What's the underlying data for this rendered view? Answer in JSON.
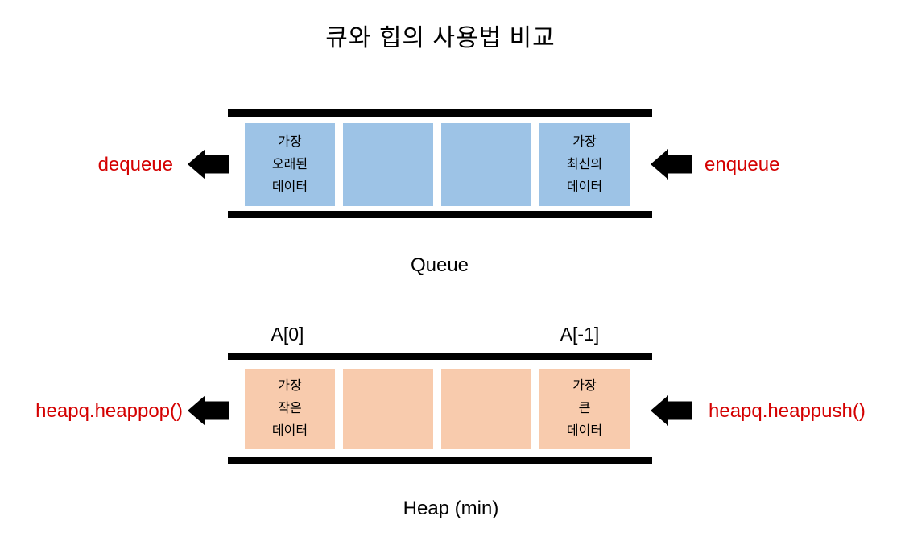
{
  "title": "큐와 힙의 사용법 비교",
  "colors": {
    "queue_box": "#9DC3E6",
    "heap_box": "#F8CBAD",
    "label_red": "#D40000",
    "bar_black": "#000000"
  },
  "queue": {
    "caption": "Queue",
    "left_label": "dequeue",
    "right_label": "enqueue",
    "boxes": [
      {
        "lines": [
          "가장",
          "오래된",
          "데이터"
        ]
      },
      {
        "lines": []
      },
      {
        "lines": []
      },
      {
        "lines": [
          "가장",
          "최신의",
          "데이터"
        ]
      }
    ]
  },
  "heap": {
    "caption": "Heap (min)",
    "left_label": "heapq.heappop()",
    "right_label": "heapq.heappush()",
    "index_left": "A[0]",
    "index_right": "A[-1]",
    "boxes": [
      {
        "lines": [
          "가장",
          "작은",
          "데이터"
        ]
      },
      {
        "lines": []
      },
      {
        "lines": []
      },
      {
        "lines": [
          "가장",
          "큰",
          "데이터"
        ]
      }
    ]
  }
}
